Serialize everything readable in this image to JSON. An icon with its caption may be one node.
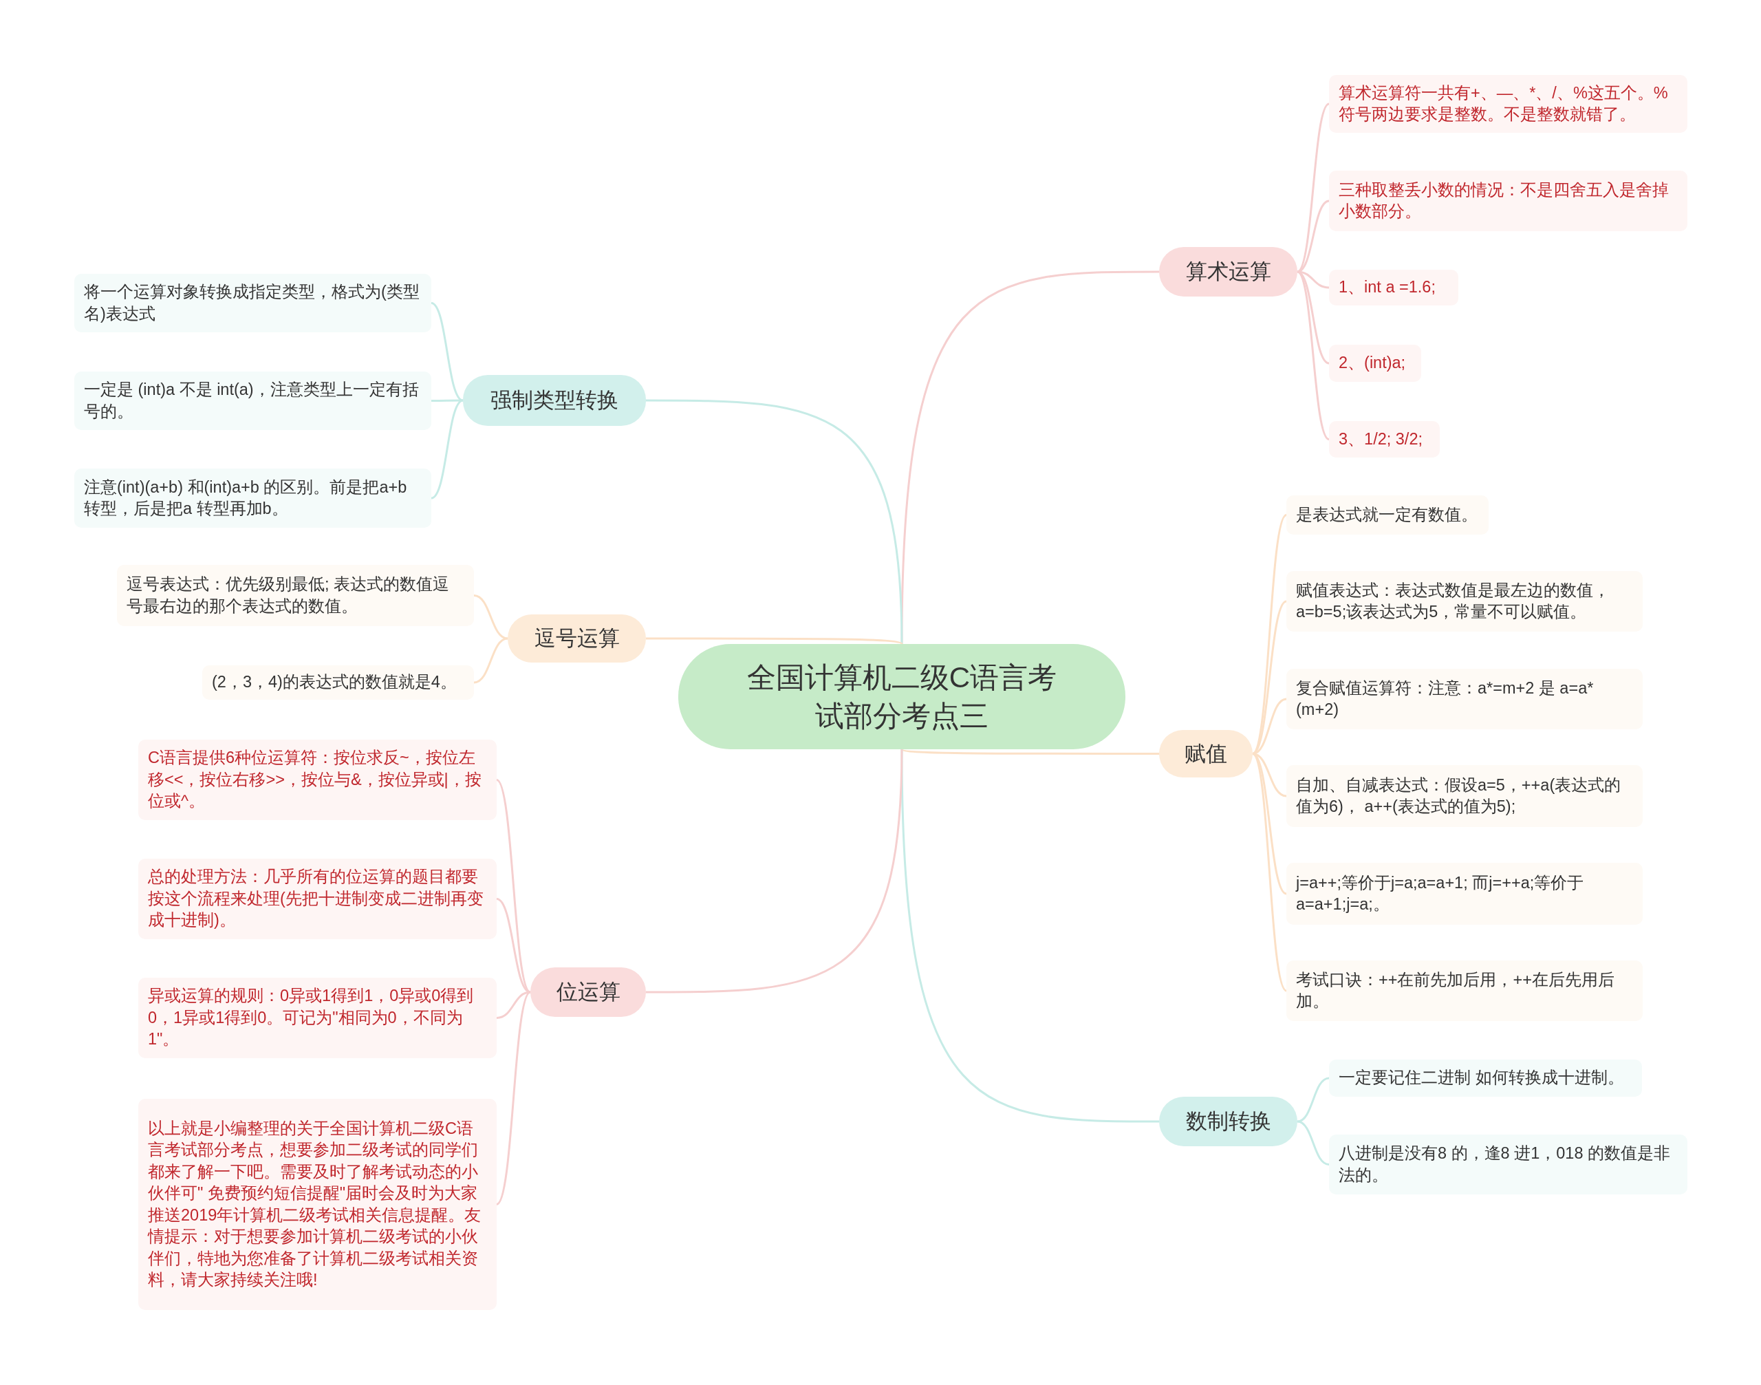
{
  "diagram": {
    "nodes": [
      {
        "text": [
          "全国计算机二级C语言考试部分考点三"
        ]
      },
      {
        "text": [
          "算术运算"
        ]
      },
      {
        "text": [
          "算术运算符一共有+、—、*、/、%这五个。%符号两边要求是整数。不是整数就错了。"
        ]
      },
      {
        "text": [
          "三种取整丢小数的情况：不是四舍五入是舍掉小数部分。"
        ]
      },
      {
        "text": [
          "1、int a =1.6;"
        ]
      },
      {
        "text": [
          "2、(int)a;"
        ]
      },
      {
        "text": [
          "3、1/2; 3/2;"
        ]
      },
      {
        "text": [
          "赋值"
        ]
      },
      {
        "text": [
          "是表达式就一定有数值。"
        ]
      },
      {
        "text": [
          "赋值表达式：表达式数值是最左边的数值，a=b=5;该表达式为5，常量不可以赋值。"
        ]
      },
      {
        "text": [
          "复合赋值运算符：注意：a*=m+2 是 a=a*(m+2)"
        ]
      },
      {
        "text": [
          "自加、自减表达式：假设a=5，++a(表达式的值为6)， a++(表达式的值为5);"
        ]
      },
      {
        "text": [
          "j=a++;等价于j=a;a=a+1; 而j=++a;等价于a=a+1;j=a;。"
        ]
      },
      {
        "text": [
          "考试口诀：++在前先加后用，++在后先用后加。"
        ]
      },
      {
        "text": [
          "数制转换"
        ]
      },
      {
        "text": [
          "一定要记住二进制 如何转换成十进制。"
        ]
      },
      {
        "text": [
          "八进制是没有8 的，逢8 进1，018 的数值是非法的。"
        ]
      },
      {
        "text": [
          "强制类型转换"
        ]
      },
      {
        "text": [
          "将一个运算对象转换成指定类型，格式为(类型名)表达式"
        ]
      },
      {
        "text": [
          "一定是 (int)a 不是 int(a)，注意类型上一定有括号的。"
        ]
      },
      {
        "text": [
          "注意(int)(a+b) 和(int)a+b 的区别。前是把a+b 转型，后是把a 转型再加b。"
        ]
      },
      {
        "text": [
          "逗号运算"
        ]
      },
      {
        "text": [
          "逗号表达式：优先级别最低; 表达式的数值逗号最右边的那个表达式的数值。"
        ]
      },
      {
        "text": [
          "(2，3，4)的表达式的数值就是4。"
        ]
      },
      {
        "text": [
          "位运算"
        ]
      },
      {
        "text": [
          "C语言提供6种位运算符：按位求反~，按位左移<<，按位右移>>，按位与&，按位异或|，按位或^。"
        ]
      },
      {
        "text": [
          "总的处理方法：几乎所有的位运算的题目都要按这个流程来处理(先把十进制变成二进制再变成十进制)。"
        ]
      },
      {
        "text": [
          "异或运算的规则：0异或1得到1，0异或0得到0，1异或1得到0。可记为\"相同为0，不同为1\"。"
        ]
      },
      {
        "text": [
          "以上就是小编整理的关于全国计算机二级C语言考试部分考点，想要参加二级考试的同学们都来了解一下吧。需要及时了解考试动态的小伙伴可\"  免费预约短信提醒\"届时会及时为大家推送2019年计算机二级考试相关信息提醒。友情提示：对于想要参加计算机二级考试的小伙伴们，特地为您准备了计算机二级考试相关资料，请大家持续关注哦!"
        ]
      }
    ],
    "edges": [
      {
        "from": 0,
        "to": 1,
        "arrow": "none"
      },
      {
        "from": 1,
        "to": 2,
        "arrow": "none"
      },
      {
        "from": 1,
        "to": 3,
        "arrow": "none"
      },
      {
        "from": 1,
        "to": 4,
        "arrow": "none"
      },
      {
        "from": 1,
        "to": 5,
        "arrow": "none"
      },
      {
        "from": 1,
        "to": 6,
        "arrow": "none"
      },
      {
        "from": 0,
        "to": 7,
        "arrow": "none",
        "color": "#fbe0c6"
      },
      {
        "from": 7,
        "to": 8,
        "arrow": "none",
        "color": "#fbe0c6"
      },
      {
        "from": 7,
        "to": 9,
        "arrow": "none",
        "color": "#fbe0c6"
      },
      {
        "from": 7,
        "to": 10,
        "arrow": "none",
        "color": "#fbe0c6"
      },
      {
        "from": 7,
        "to": 11,
        "arrow": "none",
        "color": "#fbe0c6"
      },
      {
        "from": 7,
        "to": 12,
        "arrow": "none",
        "color": "#fbe0c6"
      },
      {
        "from": 7,
        "to": 13,
        "arrow": "none",
        "color": "#fbe0c6"
      },
      {
        "from": 0,
        "to": 14,
        "arrow": "none",
        "color": "#c6ebe6"
      },
      {
        "from": 14,
        "to": 15,
        "arrow": "none",
        "color": "#c6ebe6"
      },
      {
        "from": 14,
        "to": 16,
        "arrow": "none",
        "color": "#c6ebe6"
      },
      {
        "from": 0,
        "to": 17,
        "arrow": "none",
        "color": "#c6ebe6"
      },
      {
        "from": 17,
        "to": 18,
        "arrow": "none",
        "color": "#c6ebe6"
      },
      {
        "from": 17,
        "to": 19,
        "arrow": "none",
        "color": "#c6ebe6"
      },
      {
        "from": 17,
        "to": 20,
        "arrow": "none",
        "color": "#c6ebe6"
      },
      {
        "from": 0,
        "to": 21,
        "arrow": "none",
        "color": "#fbe0c6"
      },
      {
        "from": 21,
        "to": 22,
        "arrow": "none",
        "color": "#fbe0c6"
      },
      {
        "from": 21,
        "to": 23,
        "arrow": "none",
        "color": "#fbe0c6"
      },
      {
        "from": 0,
        "to": 24,
        "arrow": "none"
      },
      {
        "from": 24,
        "to": 25,
        "arrow": "none"
      },
      {
        "from": 24,
        "to": 26,
        "arrow": "none"
      },
      {
        "from": 24,
        "to": 27,
        "arrow": "none"
      },
      {
        "from": 24,
        "to": 28,
        "arrow": "none"
      }
    ]
  }
}
